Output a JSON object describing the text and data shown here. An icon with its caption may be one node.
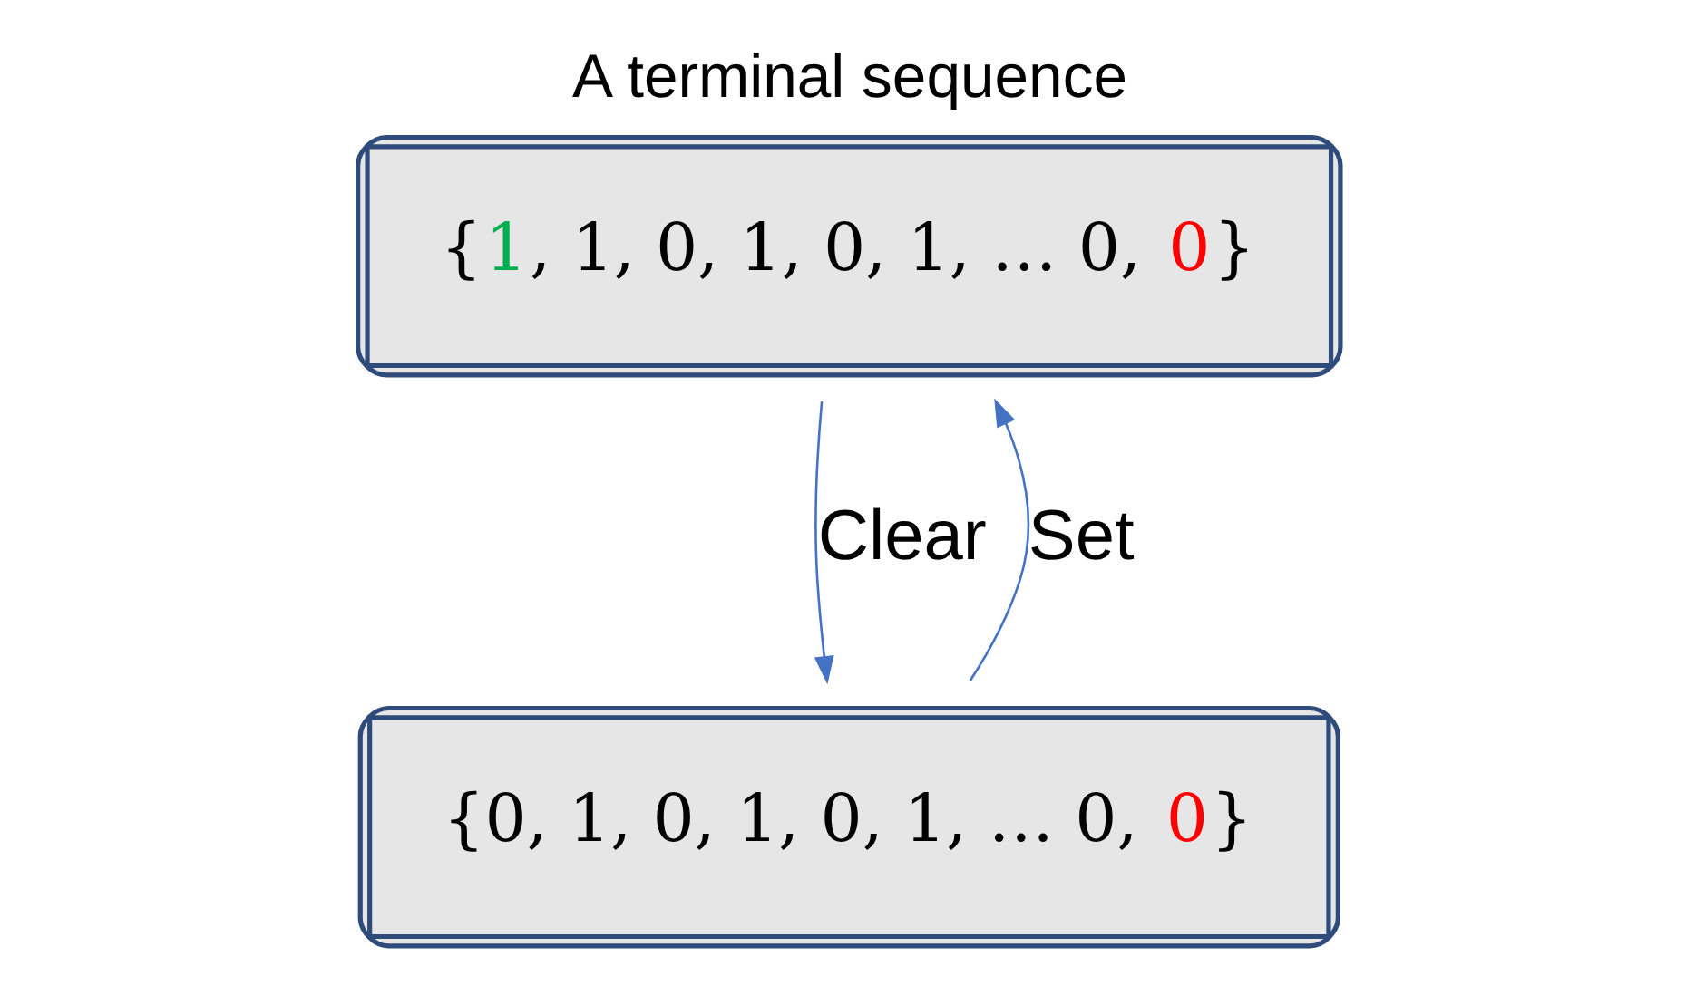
{
  "diagram": {
    "nodes": [
      {
        "text": [
          "A terminal sequence",
          "{1, 1, 0, 1, 0, 1, … 0, 0}"
        ]
      },
      {
        "text": [
          "{0, 1, 0, 1, 0, 1, … 0, 0}"
        ]
      }
    ],
    "edges": [
      {
        "from": 0,
        "to": 1,
        "arrow": "to",
        "label": "Clear"
      },
      {
        "from": 1,
        "to": 0,
        "arrow": "to",
        "label": "Set"
      }
    ]
  }
}
